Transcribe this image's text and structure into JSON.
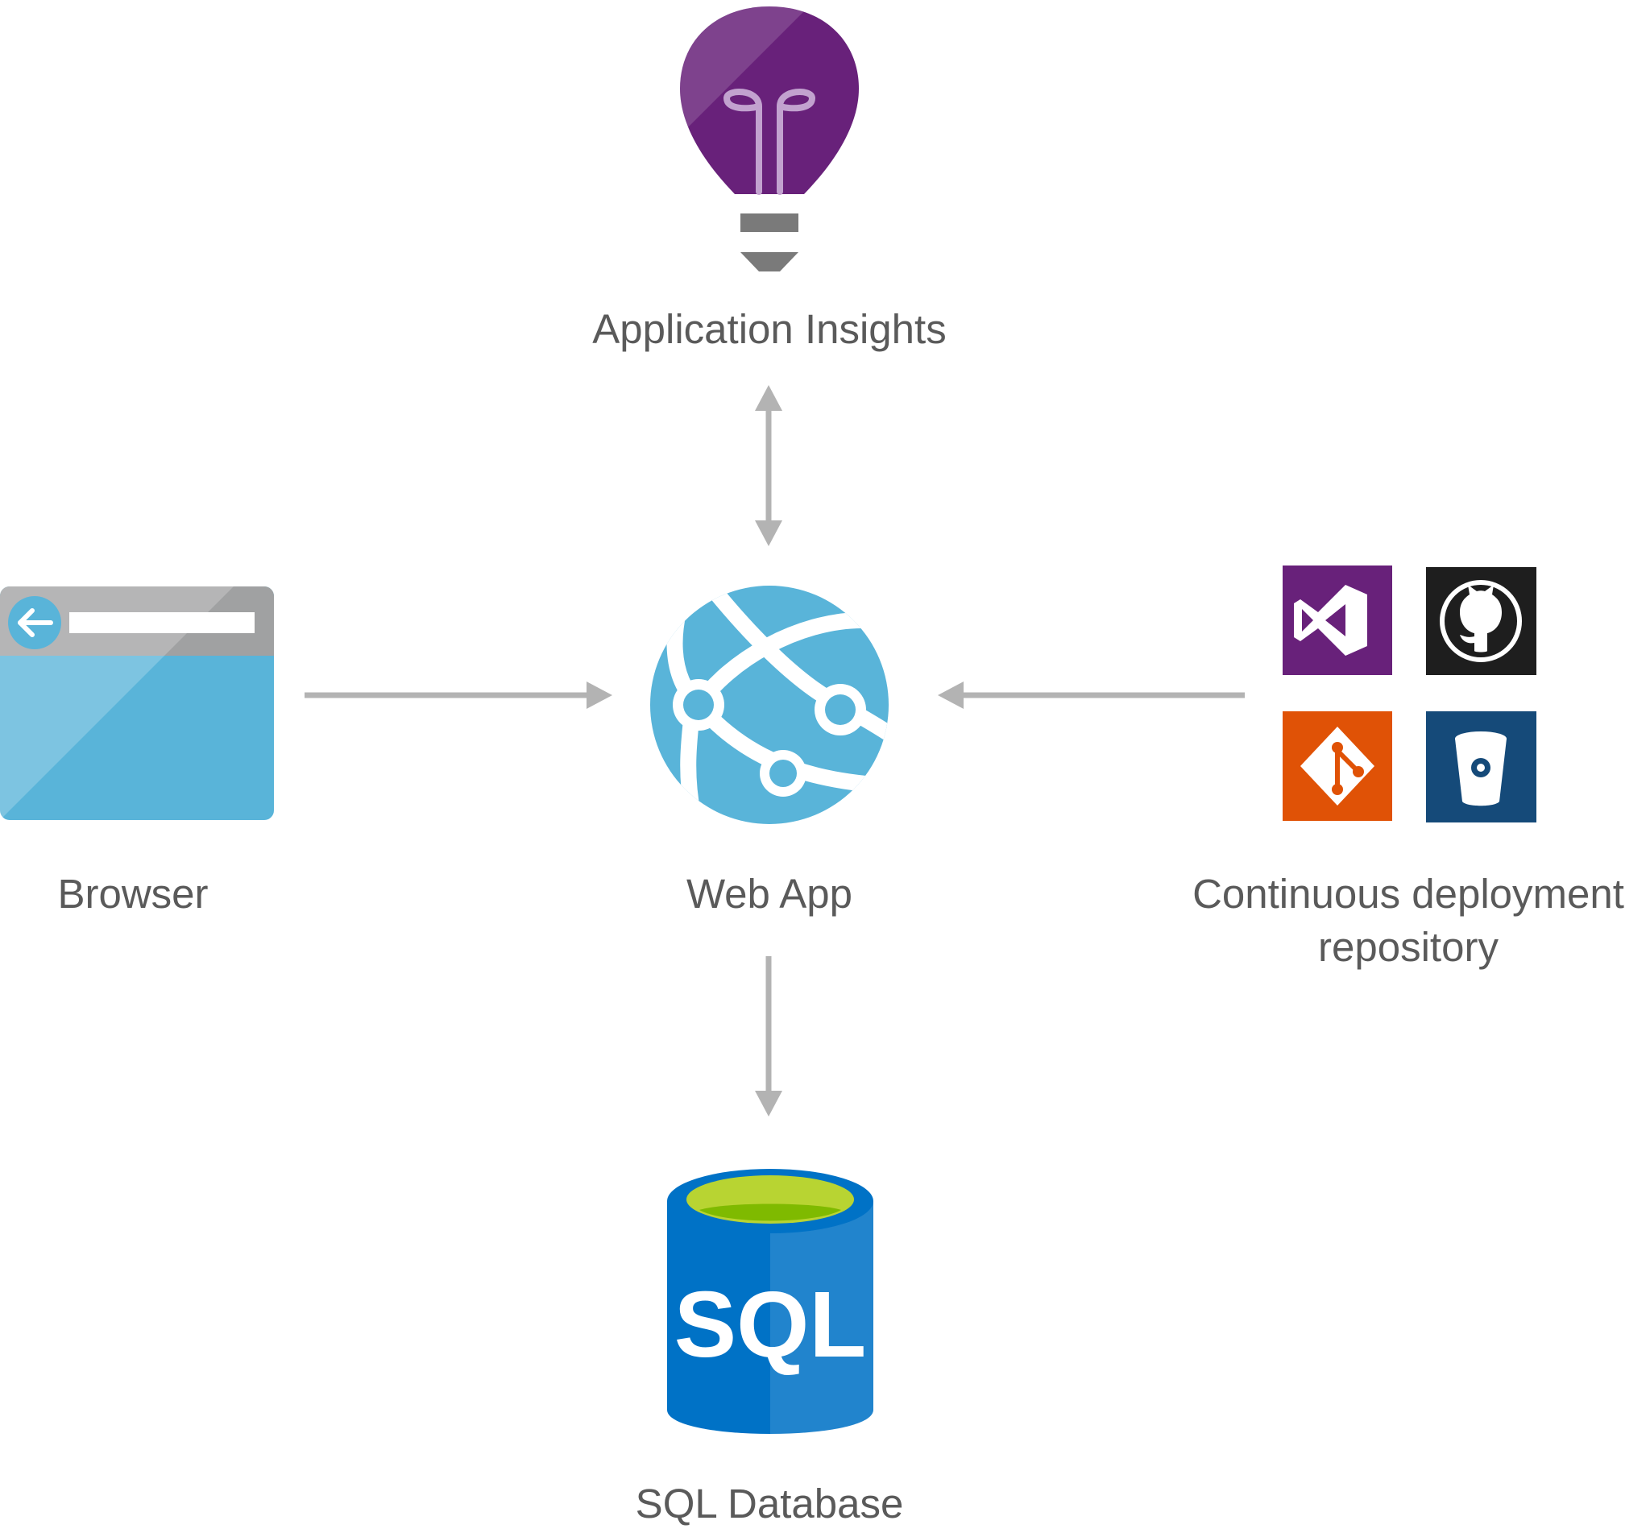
{
  "nodes": {
    "insights": {
      "label": "Application Insights",
      "icon": "lightbulb-icon"
    },
    "browser": {
      "label": "Browser",
      "icon": "browser-window-icon"
    },
    "webapp": {
      "label": "Web App",
      "icon": "web-app-globe-icon"
    },
    "repo": {
      "label_lines": [
        "Continuous deployment",
        "repository"
      ],
      "icons": [
        "visual-studio-icon",
        "github-icon",
        "git-icon",
        "bitbucket-icon"
      ]
    },
    "sql": {
      "label": "SQL Database",
      "icon": "sql-database-icon",
      "icon_text": "SQL"
    }
  },
  "edges": [
    {
      "from": "insights",
      "to": "webapp",
      "direction": "both"
    },
    {
      "from": "browser",
      "to": "webapp",
      "direction": "forward"
    },
    {
      "from": "repo",
      "to": "webapp",
      "direction": "forward"
    },
    {
      "from": "webapp",
      "to": "sql",
      "direction": "forward"
    }
  ],
  "colors": {
    "label": "#5a5a5a",
    "arrow": "#b3b3b3",
    "insights_purple": "#68217a",
    "webapp_blue": "#59b4d9",
    "browser_gray": "#a0a1a2",
    "vs_purple": "#68217a",
    "github_black": "#1e1e1e",
    "git_orange": "#e05206",
    "bitbucket_navy": "#154a79",
    "sql_blue": "#0072c6",
    "sql_green": "#b8d432"
  }
}
